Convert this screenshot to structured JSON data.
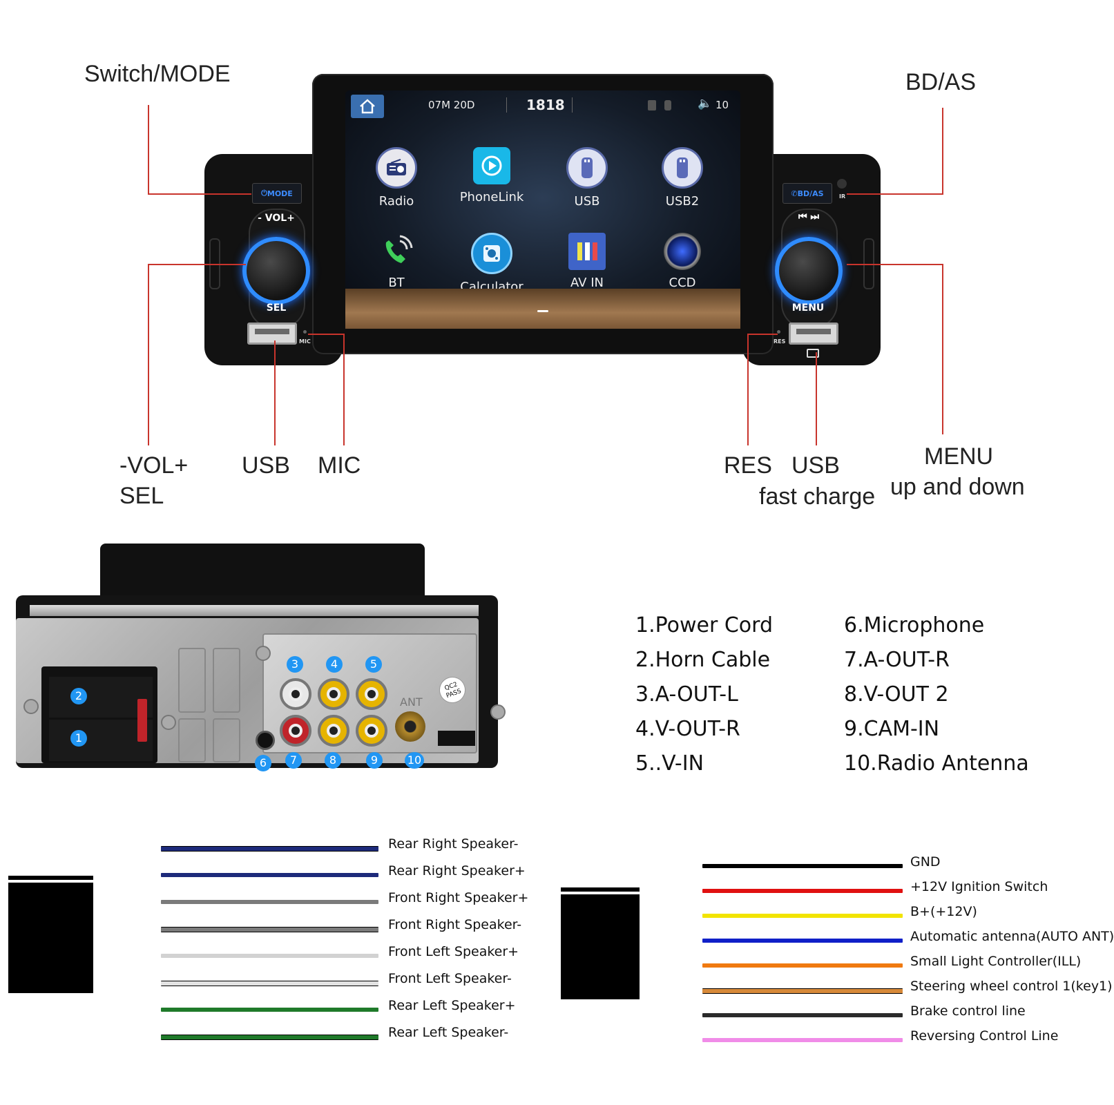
{
  "callouts": {
    "switch_mode": "Switch/MODE",
    "bd_as": "BD/AS",
    "vol_line1": "-VOL+",
    "vol_line2": "SEL",
    "usb_left": "USB",
    "mic": "MIC",
    "res": "RES",
    "usb_right_line1": "USB",
    "usb_right_line2": "fast charge",
    "menu_line1": "MENU",
    "menu_line2": "up and down"
  },
  "screen": {
    "date": "07M 20D",
    "time": "1818",
    "volume": "10",
    "apps": [
      {
        "label": "Radio",
        "icon": "radio-icon"
      },
      {
        "label": "PhoneLink",
        "icon": "phonelink-icon"
      },
      {
        "label": "USB",
        "icon": "usb-icon"
      },
      {
        "label": "USB2",
        "icon": "usb2-icon"
      },
      {
        "label": "BT",
        "icon": "bluetooth-phone-icon"
      },
      {
        "label": "Calculator",
        "icon": "calculator-icon"
      },
      {
        "label": "AV IN",
        "icon": "av-in-icon"
      },
      {
        "label": "CCD",
        "icon": "camera-icon"
      }
    ]
  },
  "panel": {
    "mode_btn": "MODE",
    "bdas_btn": "BD/AS",
    "vol_label": "- VOL+",
    "sel_label": "SEL",
    "menu_label": "MENU",
    "mic_tiny": "MIC",
    "res_tiny": "RES",
    "ir_tiny": "IR"
  },
  "rear": {
    "port_numbers": [
      "1",
      "2",
      "3",
      "4",
      "5",
      "6",
      "7",
      "8",
      "9",
      "10"
    ],
    "qc_badge": "QC2\nPASS",
    "ant_text": "ANT"
  },
  "legend": {
    "left": [
      "1.Power Cord",
      "2.Horn Cable",
      "3.A-OUT-L",
      "4.V-OUT-R",
      "5..V-IN"
    ],
    "right": [
      "6.Microphone",
      "7.A-OUT-R",
      "8.V-OUT 2",
      "9.CAM-IN",
      "10.Radio Antenna"
    ]
  },
  "wires_left": [
    {
      "label": "Rear Right Speaker-",
      "color": "#1d2a7a",
      "stripe": "#000000"
    },
    {
      "label": "Rear Right Speaker+",
      "color": "#1d2a7a",
      "stripe": ""
    },
    {
      "label": "Front Right Speaker+",
      "color": "#7b7b7b",
      "stripe": ""
    },
    {
      "label": "Front Right Speaker-",
      "color": "#7b7b7b",
      "stripe": "#000000"
    },
    {
      "label": "Front Left Speaker+",
      "color": "#d2d2d2",
      "stripe": ""
    },
    {
      "label": "Front Left Speaker-",
      "color": "#e2e2e2",
      "stripe": "#000000"
    },
    {
      "label": "Rear Left Speaker+",
      "color": "#1f7a2a",
      "stripe": ""
    },
    {
      "label": "Rear Left Speaker-",
      "color": "#1f7a2a",
      "stripe": "#000000"
    }
  ],
  "wires_right": [
    {
      "label": "GND",
      "color": "#000000",
      "stripe": ""
    },
    {
      "label": "+12V Ignition Switch",
      "color": "#e01010",
      "stripe": ""
    },
    {
      "label": "B+(+12V)",
      "color": "#f2e400",
      "stripe": ""
    },
    {
      "label": "Automatic antenna(AUTO ANT)",
      "color": "#1020c8",
      "stripe": ""
    },
    {
      "label": "Small Light Controller(ILL)",
      "color": "#f07a10",
      "stripe": ""
    },
    {
      "label": "Steering wheel control 1(key1)",
      "color": "#d88a3a",
      "stripe": "#000000"
    },
    {
      "label": "Brake control line",
      "color": "#2b2b2b",
      "stripe": ""
    },
    {
      "label": "Reversing Control Line",
      "color": "#f08ce8",
      "stripe": ""
    }
  ]
}
